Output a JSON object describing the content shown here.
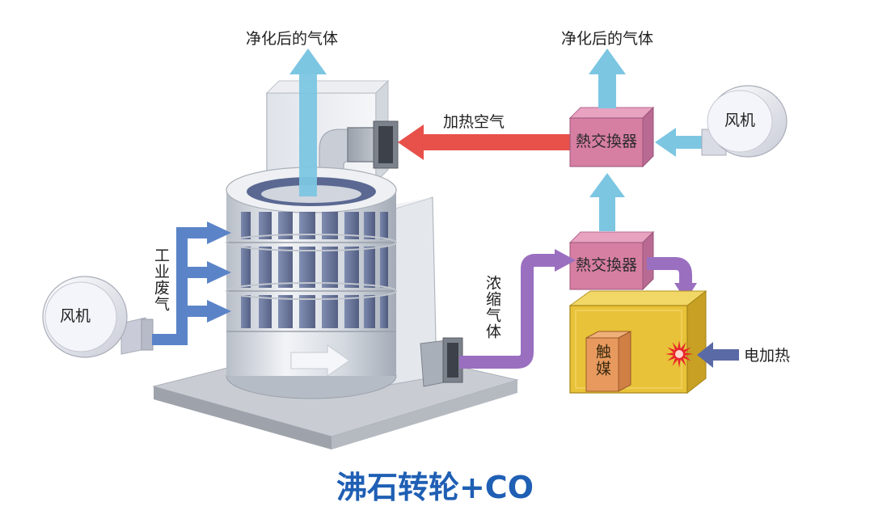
{
  "labels": {
    "clean_gas_left": "净化后的气体",
    "clean_gas_right": "净化后的气体",
    "heated_air": "加热空气",
    "fan_right": "风机",
    "fan_left": "风机",
    "heat_exchanger_top": "熱交換器",
    "heat_exchanger_bottom": "熱交換器",
    "industrial_waste_gas": "工业废气",
    "concentrated_gas": "浓缩气体",
    "catalyst": "触媒",
    "electric_heating": "电加热"
  },
  "title": "沸石转轮+CO",
  "colors": {
    "title": "#1f5fb4",
    "clean_gas_arrow": "#7cc6e2",
    "heated_air_arrow": "#e8504a",
    "waste_gas_pipe": "#5b84c8",
    "concentrated_pipe": "#9a6fc0",
    "heat_exchanger": "#d77ea3",
    "catalyst_box": "#e8c238",
    "electric_heat_arrow": "#5a6aa6",
    "spark": "#e8262b"
  }
}
